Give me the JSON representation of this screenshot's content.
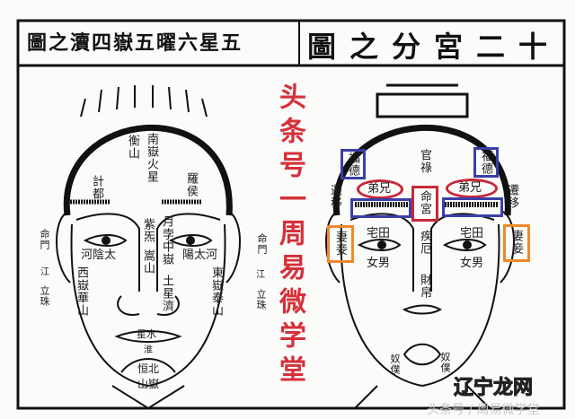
{
  "header": {
    "left_title": "圖之瀆四嶽五曜六星五",
    "right_title": "圖之分宮二十"
  },
  "overlay_text": "头条号一周易微学堂",
  "left_face": {
    "nan_yue": "南嶽火星",
    "heng_shan": "衡山",
    "ji_du": "計都",
    "luo_hou": "羅侯",
    "yue_bo": "月孛中嶽",
    "zi_qi": "紫炁",
    "song_shan": "嵩山",
    "tai_yin": "河陰太",
    "tai_yang": "陽太河",
    "xi_yue": "西嶽華山",
    "dong_yue": "東嶽泰山",
    "tu_xing": "土星濟",
    "ming_men_l": "命門",
    "ming_men_r": "命門",
    "jiang_l": "江",
    "jiang_r": "江",
    "li_zhu_l": "立珠",
    "li_zhu_r": "立珠",
    "shui_xing": "星水",
    "huai": "淮",
    "bei_yue": "恒北",
    "bei_yue2": "山嶽"
  },
  "right_face": {
    "guan_lu": "官祿",
    "fu_de_l": "福德",
    "fu_de_r": "福德",
    "xiong_di_l": "弟兄",
    "xiong_di_r": "弟兄",
    "qian_yi_l": "遷移",
    "qian_yi_r": "遷移",
    "ming_gong": "命宮",
    "tian_zhai_l": "宅田",
    "tian_zhai_r": "宅田",
    "nan_nv_l": "女男",
    "nan_nv_r": "女男",
    "ji_e": "疾厄",
    "qi_qie_l": "妻妾",
    "qi_qie_r": "妻妾",
    "cai_bo": "財帛",
    "nu_pu_l": "奴僕",
    "nu_pu_r": "奴僕"
  },
  "watermark": {
    "brand_a": "辽宁",
    "brand_b": "龙网",
    "sub": "头条号 / 周易微学堂"
  },
  "colors": {
    "overlay_red": "#d6303a",
    "box_blue": "#3a3fa8",
    "box_red": "#c8283a",
    "box_orange": "#f0882a"
  }
}
